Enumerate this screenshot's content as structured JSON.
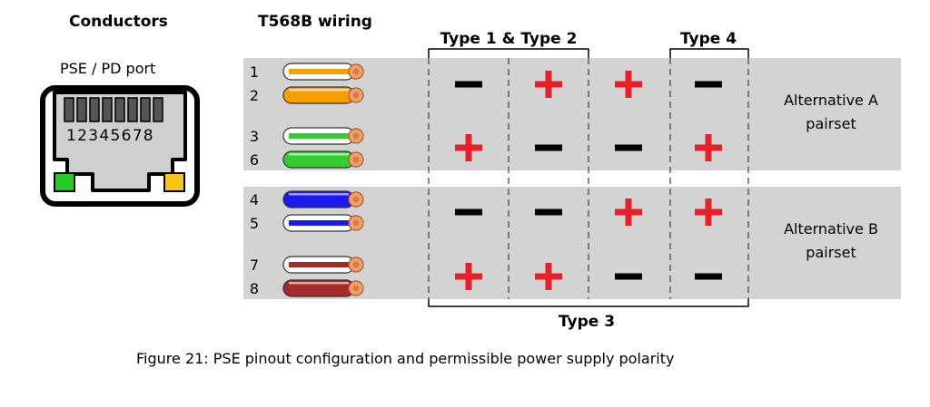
{
  "headers": {
    "conductors": "Conductors",
    "wiring": "T568B wiring",
    "type12": "Type 1 & Type 2",
    "type4": "Type 4",
    "type3": "Type 3"
  },
  "port_label": "PSE / PD port",
  "jack_pin_numbers": "12345678",
  "pins": [
    "1",
    "2",
    "3",
    "6",
    "4",
    "5",
    "7",
    "8"
  ],
  "wire_colors": {
    "1": {
      "base": "#ffffff",
      "stripe": "#f5a000"
    },
    "2": {
      "base": "#f5a000",
      "stripe": "#f5a000"
    },
    "3": {
      "base": "#ffffff",
      "stripe": "#33cc33"
    },
    "6": {
      "base": "#33cc33",
      "stripe": "#33cc33"
    },
    "4": {
      "base": "#1a1aee",
      "stripe": "#1a1aee"
    },
    "5": {
      "base": "#ffffff",
      "stripe": "#1a1aee"
    },
    "7": {
      "base": "#ffffff",
      "stripe": "#a52a2a"
    },
    "8": {
      "base": "#a52a2a",
      "stripe": "#a52a2a"
    }
  },
  "alternatives": {
    "a": [
      "Alternative A",
      "pairset"
    ],
    "b": [
      "Alternative B",
      "pairset"
    ]
  },
  "polarity_columns": [
    {
      "name": "col1",
      "pairs": [
        "-",
        "+",
        "-",
        "+"
      ]
    },
    {
      "name": "col2",
      "pairs": [
        "+",
        "-",
        "-",
        "+"
      ]
    },
    {
      "name": "col3",
      "pairs": [
        "+",
        "-",
        "+",
        "-"
      ]
    },
    {
      "name": "col4",
      "pairs": [
        "-",
        "+",
        "+",
        "-"
      ]
    }
  ],
  "colors": {
    "plus": "#e8202a",
    "minus": "#000000",
    "band": "#d3d3d3",
    "led_green": "#22cc22",
    "led_amber": "#f5c518"
  },
  "caption": "Figure 21: PSE pinout configuration and permissible power supply polarity"
}
